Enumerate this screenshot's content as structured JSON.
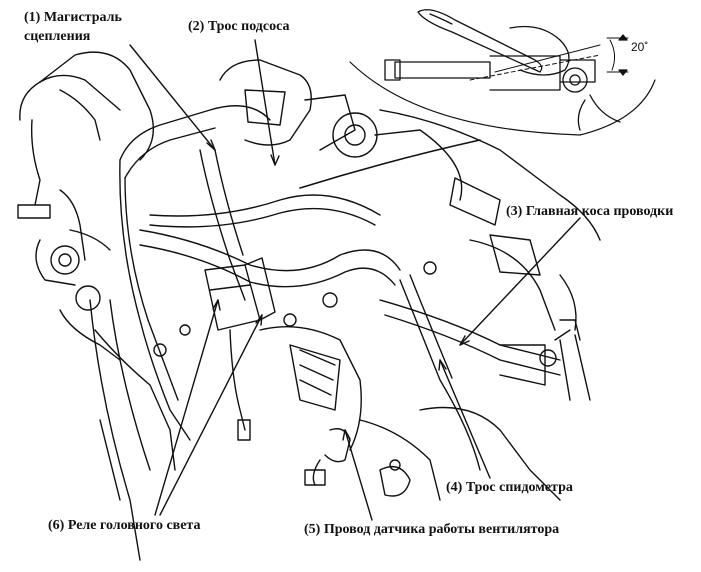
{
  "labels": {
    "clutch_line_1": "(1) Магистраль",
    "clutch_line_2": "сцепления",
    "choke_cable": "(2) Трос подсоса",
    "main_harness": "(3) Главная коса проводки",
    "speedometer_cable": "(4) Трос спидометра",
    "fan_sensor_wire": "(5) Провод датчика работы вентилятора",
    "headlight_relay": "(6) Реле головного света"
  },
  "inset": {
    "angle_label": "20˚"
  },
  "colors": {
    "ink": "#111111",
    "paper": "#ffffff"
  }
}
